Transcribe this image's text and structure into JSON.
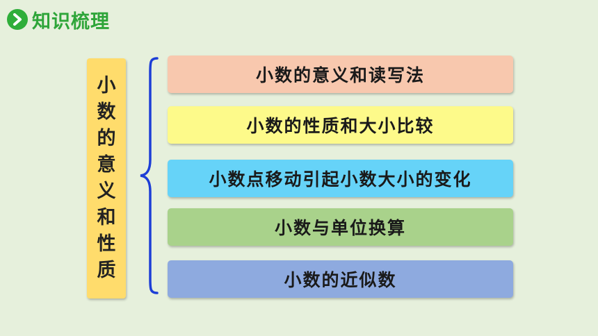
{
  "header": {
    "title": "知识梳理",
    "icon": "chevron-right-icon",
    "accent_color": "#2fae3a"
  },
  "main_topic": {
    "chars": [
      "小",
      "数",
      "的",
      "意",
      "义",
      "和",
      "性",
      "质"
    ],
    "color": "#ffdc6c"
  },
  "items": [
    {
      "label": "小数的意义和读写法",
      "color": "#f8c8ae"
    },
    {
      "label": "小数的性质和大小比较",
      "color": "#fdfa8a"
    },
    {
      "label": "小数点移动引起小数大小的变化",
      "color": "#66d3f8"
    },
    {
      "label": "小数与单位换算",
      "color": "#a9d28b"
    },
    {
      "label": "小数的近似数",
      "color": "#8eaadf"
    }
  ],
  "brace_color": "#1d3ed6"
}
